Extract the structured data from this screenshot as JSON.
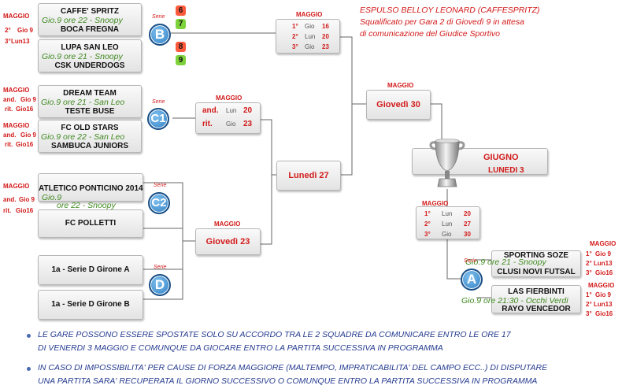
{
  "group_b": {
    "date_month": "MAGGIO",
    "round_label": "2°",
    "day": "Gio 9",
    "round2_label": "3°",
    "day2": "Lun13",
    "match1": {
      "home": "CAFFE' SPRITZ",
      "info": "Gio.9 ore 22 - Snoopy",
      "away": "BOCA FREGNA"
    },
    "match2": {
      "home": "LUPA SAN LEO",
      "info": "Gio.9 ore 21 - Snoopy",
      "away": "CSK UNDERDOGS"
    },
    "badge": "B",
    "serie": "Serie",
    "scores": [
      "6",
      "7",
      "8",
      "9"
    ]
  },
  "group_c1": {
    "left1": {
      "month": "MAGGIO",
      "l1": "and.",
      "d1": "Gio 9",
      "l2": "rit.",
      "d2": "Gio16"
    },
    "left2": {
      "month": "MAGGIO",
      "l1": "and.",
      "d1": "Gio 9",
      "l2": "rit.",
      "d2": "Gio16"
    },
    "match1": {
      "home": "DREAM TEAM",
      "info": "Gio.9  ore 21 - San Leo",
      "away": "TESTE BUSE"
    },
    "match2": {
      "home": "FC OLD STARS",
      "info": "Gio.9  ore 22 - San Leo",
      "away": "SAMBUCA JUNIORS"
    },
    "badge": "C1",
    "serie": "Serie"
  },
  "group_c2": {
    "left": {
      "month": "MAGGIO",
      "l1": "and.",
      "d1": "Gio 9",
      "l2": "rit.",
      "d2": "Gio16"
    },
    "home": "ATLETICO PONTICINO 2014",
    "info1": "Gio.9",
    "info2": "ore 22 - Snoopy",
    "away": "FC POLLETTI",
    "badge": "C2",
    "serie": "Serie"
  },
  "group_d": {
    "team1": "1a - Serie D Girone A",
    "team2": "1a - Serie D Girone B",
    "badge": "D",
    "serie": "Serie"
  },
  "group_a": {
    "right1": {
      "month": "MAGGIO",
      "l1": "1°",
      "d1": "Gio 9",
      "l2": "2°",
      "d2": "Lun13",
      "l3": "3°",
      "d3": "Gio16"
    },
    "right2": {
      "month": "MAGGIO",
      "l1": "1°",
      "d1": "Gio 9",
      "l2": "2°",
      "d2": "Lun13",
      "l3": "3°",
      "d3": "Gio16"
    },
    "match1": {
      "home": "SPORTING SOZE",
      "info": "Gio.9 ore 21 - Snoopy",
      "away": "CLUSI NOVI FUTSAL"
    },
    "match2": {
      "home": "LAS FIERBINTI",
      "info": "Gio.9 ore 21:30 - Occhi Verdi",
      "away": "RAYO VENCEDOR"
    },
    "badge": "A",
    "serie": "Serie"
  },
  "semis": {
    "top": {
      "month": "MAGGIO",
      "r1": "1°",
      "d1": "Gio",
      "n1": "16",
      "r2": "2°",
      "d2": "Lun",
      "n2": "20",
      "r3": "3°",
      "d3": "Gio",
      "n3": "23"
    },
    "c1": {
      "month": "MAGGIO",
      "r1": "and.",
      "d1": "Lun",
      "n1": "20",
      "r2": "rit.",
      "d2": "Gio",
      "n2": "23"
    },
    "cd": {
      "month": "MAGGIO",
      "label": "Giovedì 23"
    },
    "mid": {
      "label": "Lunedì 27"
    },
    "final_top": {
      "month": "MAGGIO",
      "label": "Giovedì 30"
    },
    "right": {
      "month": "MAGGIO",
      "r1": "1°",
      "d1": "Lun",
      "n1": "20",
      "r2": "2°",
      "d2": "Lun",
      "n2": "27",
      "r3": "3°",
      "d3": "Gio",
      "n3": "30"
    }
  },
  "final": {
    "month": "GIUGNO",
    "day": "LUNEDI 3"
  },
  "notice": {
    "l1": "ESPULSO BELLOY LEONARD (CAFFESPRITZ)",
    "l2": "Squalificato per Gara 2 di Giovedì 9 in attesa",
    "l3": "di comunicazione del Giudice Sportivo"
  },
  "notes": [
    {
      "l1": "LE GARE POSSONO ESSERE SPOSTATE SOLO SU ACCORDO TRA LE 2 SQUADRE DA COMUNICARE ENTRO LE ORE 17",
      "l2": "DI VENERDI 3 MAGGIO E COMUNQUE DA GIOCARE ENTRO LA PARTITA SUCCESSIVA IN PROGRAMMA"
    },
    {
      "l1": "IN CASO DI IMPOSSIBILITA'  PER CAUSE DI FORZA MAGGIORE (MALTEMPO, IMPRATICABILITA' DEL CAMPO ECC..) DI DISPUTARE",
      "l2": "UNA PARTITA SARA' RECUPERATA IL GIORNO SUCCESSIVO O COMUNQUE ENTRO LA PARTITA SUCCESSIVA IN PROGRAMMA"
    }
  ],
  "colors": {
    "score_red": "#ff5a3c",
    "score_green": "#7ed23c",
    "badge_blue": "#3f8ad0",
    "date_red": "#d21a1a",
    "info_green": "#3f8a1f",
    "note_blue": "#243a8f"
  }
}
